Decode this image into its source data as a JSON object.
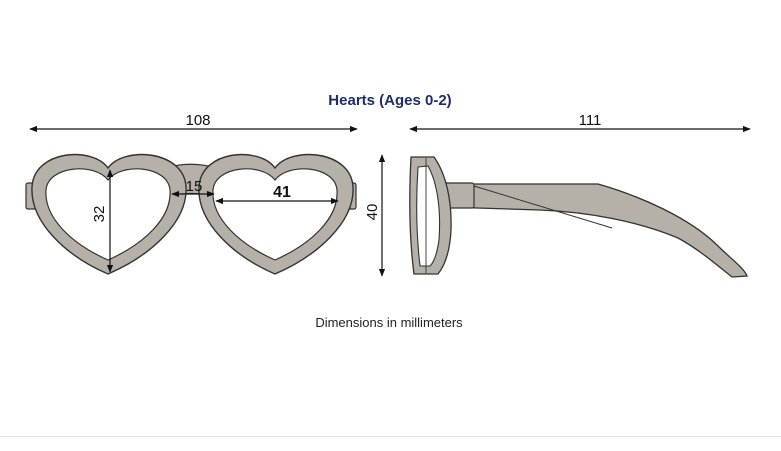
{
  "title": "Hearts (Ages 0-2)",
  "caption": "Dimensions in millimeters",
  "dimensions": {
    "total_width": "108",
    "bridge_width": "15",
    "lens_width": "41",
    "lens_height": "32",
    "frame_height": "40",
    "temple_length": "111"
  },
  "colors": {
    "title": "#1f2d6b",
    "frame_fill": "#b5b1a9",
    "lens_fill": "#ffffff",
    "outline": "#333333",
    "dimension_lines": "#111111"
  }
}
